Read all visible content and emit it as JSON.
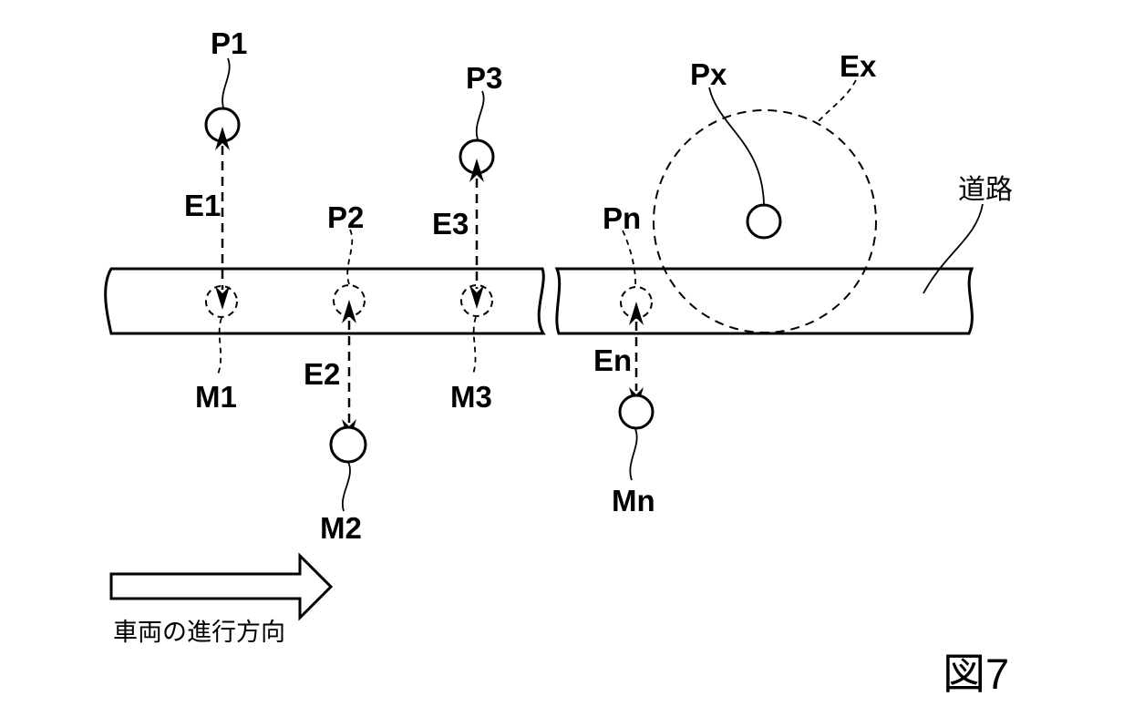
{
  "figure": {
    "caption": "図7",
    "road_label": "道路",
    "direction_label": "車両の進行方向",
    "labels": {
      "p1": "P1",
      "p2": "P2",
      "p3": "P3",
      "pn": "Pn",
      "px": "Px",
      "m1": "M1",
      "m2": "M2",
      "m3": "M3",
      "mn": "Mn",
      "e1": "E1",
      "e2": "E2",
      "e3": "E3",
      "en": "En",
      "ex": "Ex"
    }
  }
}
